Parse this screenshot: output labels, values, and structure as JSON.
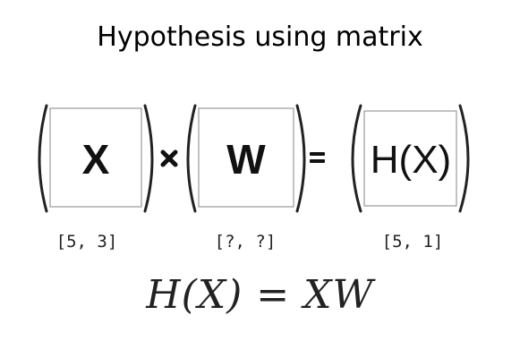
{
  "title": "Hypothesis using matrix",
  "matrices": [
    {
      "label": "X",
      "shape": "[5, 3]"
    },
    {
      "label": "W",
      "shape": "[?, ?]"
    },
    {
      "label": "H(X)",
      "shape": "[5, 1]"
    }
  ],
  "operators": {
    "multiply_icon": "multiply-icon",
    "equals_icon": "equals-icon"
  },
  "formula": "H(X) = XW"
}
